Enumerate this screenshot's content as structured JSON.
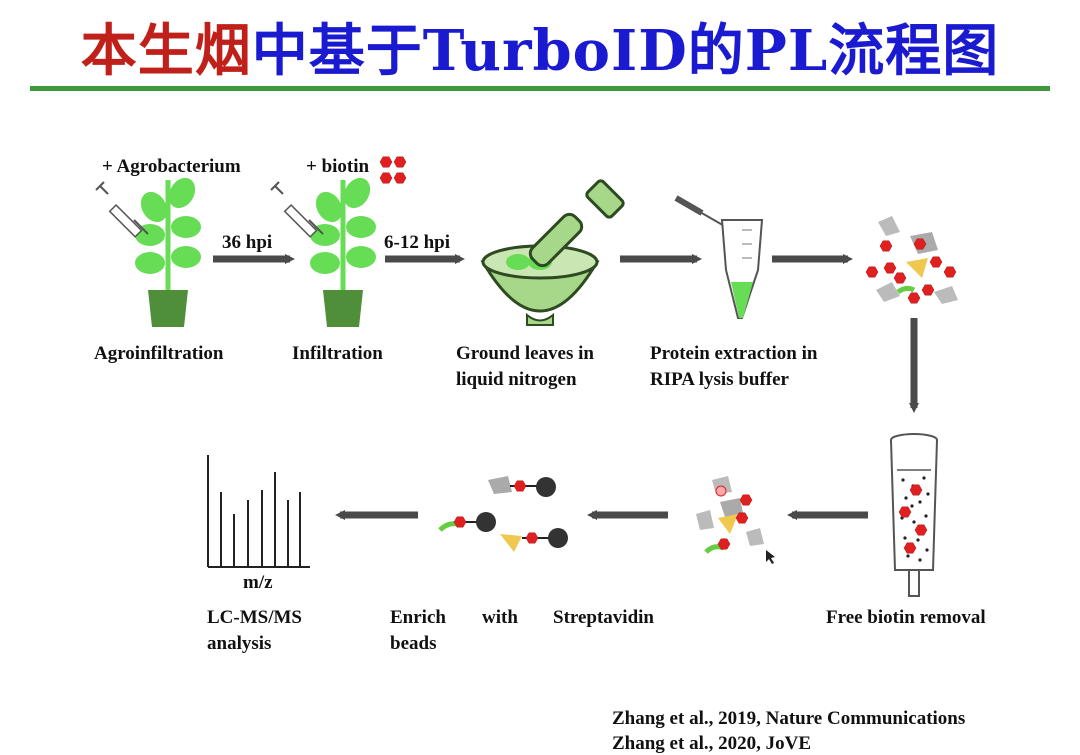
{
  "title": {
    "part1": "本生烟",
    "part2": "中基于TurboID的PL流程图"
  },
  "top_labels": {
    "agrobacterium": "+ Agrobacterium",
    "biotin": "+ biotin",
    "arrow1": "36 hpi",
    "arrow2": "6-12 hpi"
  },
  "steps": {
    "agroinfiltration": "Agroinfiltration",
    "infiltration": "Infiltration",
    "ground_leaves": "Ground leaves in liquid nitrogen",
    "protein_extraction": "Protein extraction in RIPA lysis buffer",
    "free_biotin_removal": "Free biotin removal",
    "enrich_1": "Enrich",
    "enrich_2": "with",
    "enrich_3": "Streptavidin",
    "enrich_4": "beads",
    "lcms": "LC-MS/MS analysis",
    "mz": "m/z"
  },
  "citations": {
    "line1": "Zhang et al., 2019, Nature Communications",
    "line2": "Zhang et al., 2020, JoVE"
  },
  "colors": {
    "title_red": "#c0201a",
    "title_blue": "#1a1ad0",
    "rule_green": "#3c9a3c",
    "leaf_green": "#66dd55",
    "pot_green": "#4f8f3a",
    "arrow_gray": "#4a4a4a",
    "biotin_red": "#e02020",
    "bead_dark": "#333333"
  }
}
